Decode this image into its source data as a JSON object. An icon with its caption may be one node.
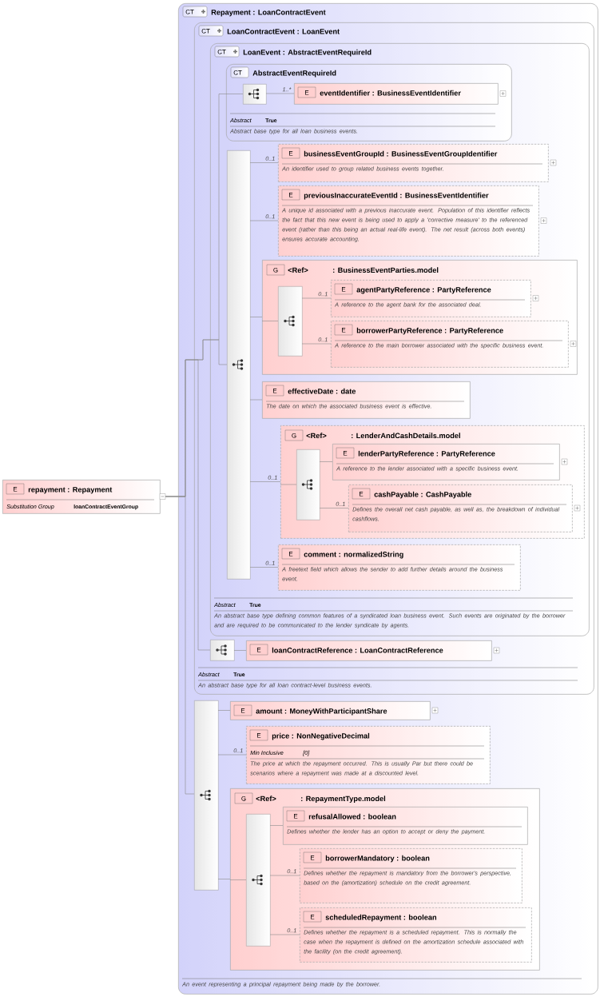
{
  "diagram": {
    "nodes": [
      {
        "text": [
          "E",
          "repayment : Repayment",
          "Substitution Group",
          "loanContractEventGroup"
        ]
      },
      {
        "text": [
          "CT",
          "Repayment : LoanContractEvent",
          "An event representing a principal repayment being made by the borrower."
        ]
      },
      {
        "text": [
          "CT",
          "LoanContractEvent : LoanEvent",
          "Abstract",
          "True",
          "An abstract base type for all loan contract-level business events."
        ],
        "in": 1
      },
      {
        "text": [
          "CT",
          "LoanEvent : AbstractEventRequireId",
          "Abstract",
          "True",
          "An abstract base type defining common features of a syndicated loan business event. Such events are originated by the borrower and are required to be communicated to the lender syndicate by agents."
        ],
        "in": 2
      },
      {
        "text": [
          "CT",
          "AbstractEventRequireId",
          "Abstract",
          "True",
          "Abstract base type for all loan business events."
        ],
        "in": 3
      },
      {
        "text": [],
        "shape": "box",
        "in": 4
      },
      {
        "text": [
          "E",
          "eventIdentifier : BusinessEventIdentifier"
        ],
        "in": 4
      },
      {
        "text": [],
        "shape": "box",
        "in": 3
      },
      {
        "text": [
          "E",
          "businessEventGroupId : BusinessEventGroupIdentifier",
          "An identifier used to group related business events together."
        ],
        "in": 3
      },
      {
        "text": [
          "E",
          "previousInaccurateEventId : BusinessEventIdentifier",
          "A unique id associated with a previous inaccurate event. Population of this identifier reflects the fact that this new event is being used to apply a 'corrective measure' to the referenced event (rather than this being an actual real-life event). The net result (across both events) ensures accurate accounting."
        ],
        "in": 3
      },
      {
        "text": [
          "G",
          "<Ref>",
          ": BusinessEventParties.model"
        ],
        "in": 3
      },
      {
        "text": [],
        "shape": "box",
        "in": 10
      },
      {
        "text": [
          "E",
          "agentPartyReference : PartyReference",
          "A reference to the agent bank for the associated deal."
        ],
        "in": 10
      },
      {
        "text": [
          "E",
          "borrowerPartyReference : PartyReference",
          "A reference to the main borrower associated with the specific business event."
        ],
        "in": 10
      },
      {
        "text": [
          "E",
          "effectiveDate : date",
          "The date on which the associated business event is effective."
        ],
        "in": 3
      },
      {
        "text": [
          "G",
          "<Ref>",
          ": LenderAndCashDetails.model"
        ],
        "in": 3
      },
      {
        "text": [],
        "shape": "box",
        "in": 15
      },
      {
        "text": [
          "E",
          "lenderPartyReference : PartyReference",
          "A reference to the lender associated with a specific business event."
        ],
        "in": 15
      },
      {
        "text": [
          "E",
          "cashPayable : CashPayable",
          "Defines the overall net cash payable, as well as, the breakdown of individual cashflows."
        ],
        "in": 15
      },
      {
        "text": [
          "E",
          "comment : normalizedString",
          "A freetext field which allows the sender to add further details around the business event."
        ],
        "in": 3
      },
      {
        "text": [],
        "shape": "box",
        "in": 2
      },
      {
        "text": [
          "E",
          "loanContractReference : LoanContractReference"
        ],
        "in": 2
      },
      {
        "text": [],
        "shape": "box",
        "in": 1
      },
      {
        "text": [
          "E",
          "amount : MoneyWithParticipantShare"
        ],
        "in": 1
      },
      {
        "text": [
          "E",
          "price : NonNegativeDecimal",
          "Min Inclusive",
          "[0]",
          "The price at which the repayment occurred. This is usually Par but there could be scenarios where a repayment was made at a discounted level."
        ],
        "in": 1
      },
      {
        "text": [
          "G",
          "<Ref>",
          ": RepaymentType.model"
        ],
        "in": 1
      },
      {
        "text": [],
        "shape": "box",
        "in": 25
      },
      {
        "text": [
          "E",
          "refusalAllowed : boolean",
          "Defines whether the lender has an option to accept or deny the payment."
        ],
        "in": 25
      },
      {
        "text": [
          "E",
          "borrowerMandatory : boolean",
          "Defines whether the repayment is mandatory from the borrower's perspective, based on the (amortization) schedule on the credit agreement."
        ],
        "in": 25
      },
      {
        "text": [
          "E",
          "scheduledRepayment : boolean",
          "Defines whether the repayment is a scheduled repayment. This is normally the case when the repayment is defined on the amortization schedule associated with the facility (on the credit agreement)."
        ],
        "in": 25
      }
    ],
    "edges": [
      {
        "from": 0,
        "to": 5,
        "arrow": "none"
      },
      {
        "from": 0,
        "to": 7,
        "arrow": "none"
      },
      {
        "from": 0,
        "to": 20,
        "arrow": "none"
      },
      {
        "from": 0,
        "to": 22,
        "arrow": "none"
      },
      {
        "from": 5,
        "to": 6,
        "arrow": "none",
        "label": "1..*"
      },
      {
        "from": 7,
        "to": 8,
        "arrow": "none",
        "label": "0..1"
      },
      {
        "from": 7,
        "to": 9,
        "arrow": "none",
        "label": "0..1"
      },
      {
        "from": 7,
        "to": 10,
        "arrow": "none"
      },
      {
        "from": 10,
        "to": 11,
        "arrow": "none"
      },
      {
        "from": 11,
        "to": 12,
        "arrow": "none",
        "label": "0..1"
      },
      {
        "from": 11,
        "to": 13,
        "arrow": "none",
        "label": "0..1"
      },
      {
        "from": 7,
        "to": 14,
        "arrow": "none"
      },
      {
        "from": 7,
        "to": 15,
        "arrow": "none",
        "label": "0..1"
      },
      {
        "from": 15,
        "to": 16,
        "arrow": "none"
      },
      {
        "from": 16,
        "to": 17,
        "arrow": "none"
      },
      {
        "from": 16,
        "to": 18,
        "arrow": "none",
        "label": "0..1"
      },
      {
        "from": 7,
        "to": 19,
        "arrow": "none",
        "label": "0..1"
      },
      {
        "from": 20,
        "to": 21,
        "arrow": "none"
      },
      {
        "from": 22,
        "to": 23,
        "arrow": "none"
      },
      {
        "from": 22,
        "to": 24,
        "arrow": "none",
        "label": "0..1"
      },
      {
        "from": 22,
        "to": 25,
        "arrow": "none"
      },
      {
        "from": 25,
        "to": 26,
        "arrow": "none"
      },
      {
        "from": 26,
        "to": 27,
        "arrow": "none"
      },
      {
        "from": 26,
        "to": 28,
        "arrow": "none",
        "label": "0..1"
      },
      {
        "from": 26,
        "to": 29,
        "arrow": "none",
        "label": "0..1"
      }
    ]
  }
}
